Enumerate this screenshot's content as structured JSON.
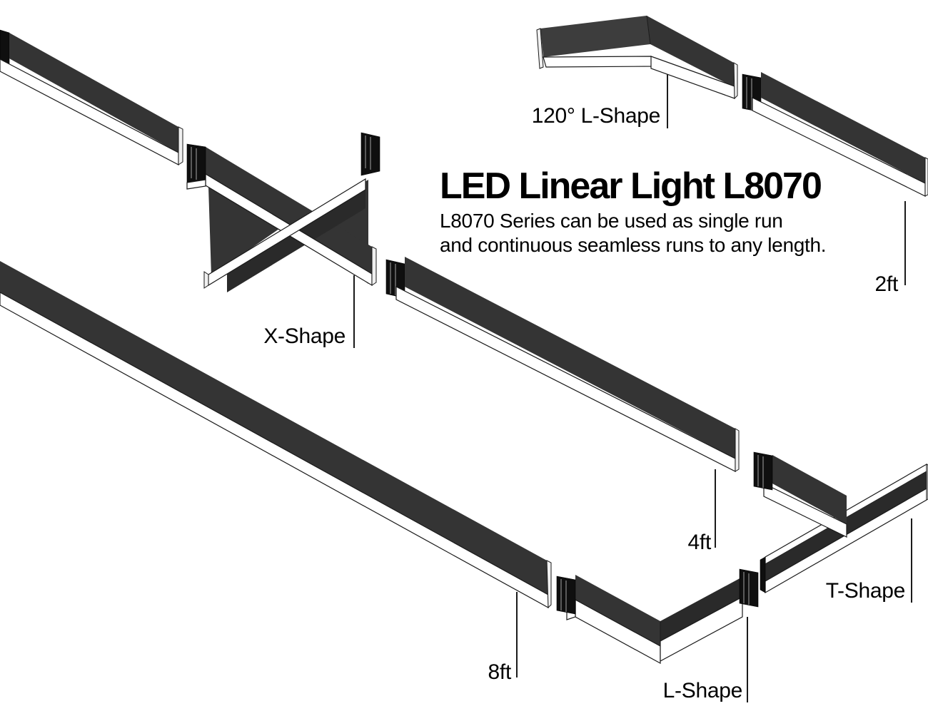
{
  "page": {
    "background": "#ffffff"
  },
  "header": {
    "title": "LED Linear Light L8070",
    "subtitle_line1": "L8070 Series can be used as single run",
    "subtitle_line2": "and continuous seamless runs to any length."
  },
  "fixtures": {
    "angle120": {
      "label": "120° L-Shape"
    },
    "x_shape": {
      "label": "X-Shape"
    },
    "two_ft": {
      "label": "2ft"
    },
    "four_ft": {
      "label": "4ft"
    },
    "eight_ft": {
      "label": "8ft"
    },
    "l_shape": {
      "label": "L-Shape"
    },
    "t_shape": {
      "label": "T-Shape"
    }
  },
  "colors": {
    "housing_top": "#3d3d3d",
    "housing_side": "#343434",
    "housing_side_alt": "#2a2a2a",
    "connector_black": "#0f0f0f",
    "diffuser_white": "#ffffff",
    "outline": "#1a1a1a",
    "text": "#000000",
    "background": "#ffffff"
  }
}
